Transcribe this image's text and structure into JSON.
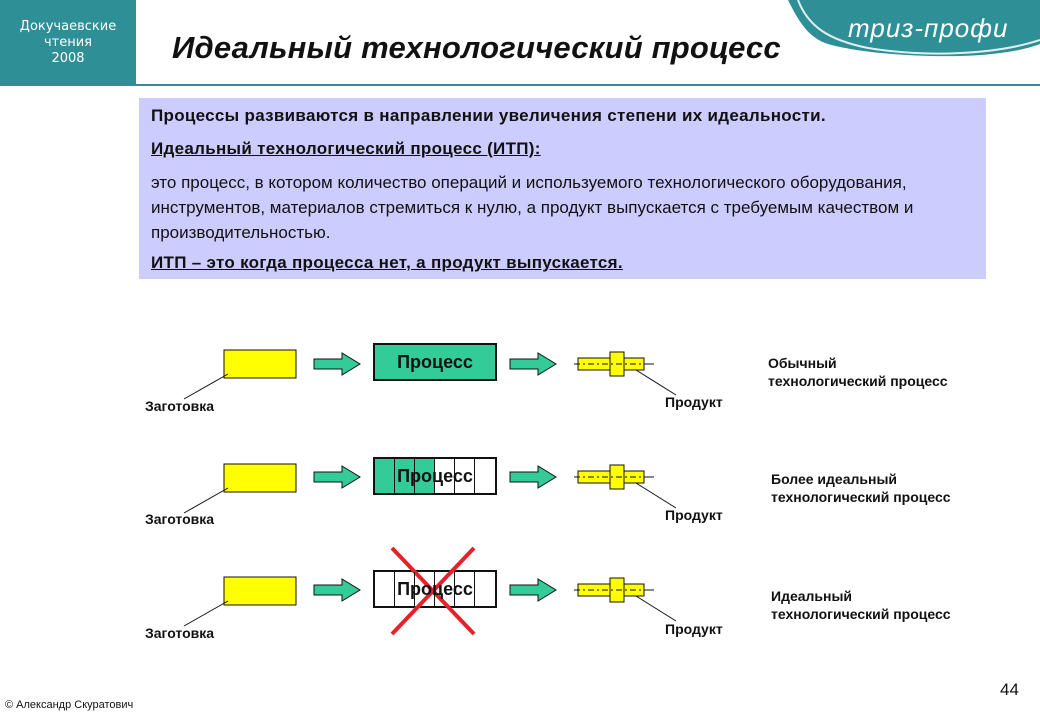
{
  "event": {
    "line1": "Докучаевские",
    "line2": "чтения",
    "line3": "2008"
  },
  "logo": {
    "text": "триз-профи"
  },
  "title": "Идеальный технологический процесс",
  "info": {
    "line1": "Процессы развиваются в направлении увеличения степени их идеальности.",
    "line2": "Идеальный технологический процесс (ИТП):",
    "definition": "это процесс, в котором количество операций и используемого технологического оборудования, инструментов, материалов стремиться к нулю, а продукт выпускается с требуемым качеством и производительностью.",
    "line4": "ИТП – это когда процесса нет, а продукт выпускается."
  },
  "rows": [
    {
      "blank": "Заготовка",
      "process": "Процесс",
      "product": "Продукт",
      "desc1": "Обычный",
      "desc2": "технологический процесс"
    },
    {
      "blank": "Заготовка",
      "process": "Процесс",
      "product": "Продукт",
      "desc1": "Более идеальный",
      "desc2": "технологический процесс"
    },
    {
      "blank": "Заготовка",
      "process": "Процесс",
      "product": "Продукт",
      "desc1": "Идеальный",
      "desc2": "технологический процесс"
    }
  ],
  "colors": {
    "teal": "#2f8f96",
    "infoBg": "#ccccff",
    "blank": "#ffff00",
    "process": "#33cc99",
    "cross": "#e8202a"
  },
  "footer": {
    "author": "© Александр Скуратович",
    "page": "44"
  }
}
